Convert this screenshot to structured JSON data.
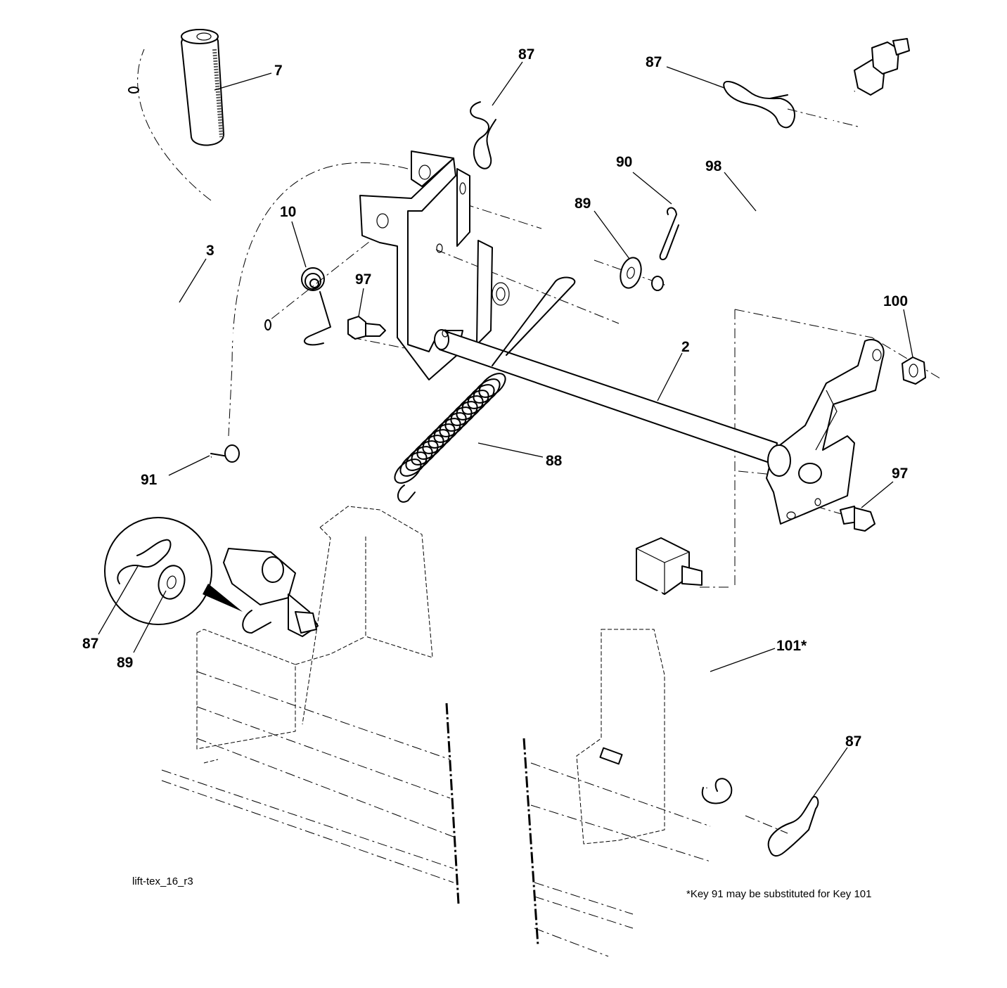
{
  "callouts": {
    "c7": "7",
    "c87_top": "87",
    "c87_right": "87",
    "c10": "10",
    "c3": "3",
    "c97_left": "97",
    "c90": "90",
    "c98": "98",
    "c89_right": "89",
    "c100": "100",
    "c2": "2",
    "c88": "88",
    "c97_right": "97",
    "c91": "91",
    "c87_inset": "87",
    "c89_inset": "89",
    "c101": "101*",
    "c87_bottom": "87"
  },
  "drawing_id": "lift-tex_16_r3",
  "footnote": "*Key 91 may be substituted for Key 101"
}
